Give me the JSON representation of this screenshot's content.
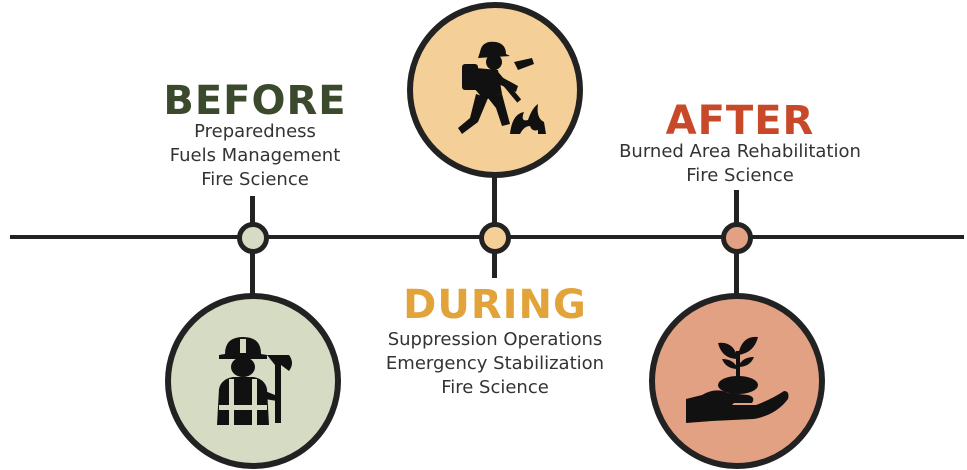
{
  "colors": {
    "line": "#222222",
    "before_fill": "#d6dcc4",
    "during_fill": "#f4cf98",
    "after_fill": "#e3a184",
    "before_text": "#3b4a2c",
    "during_text": "#e1a33a",
    "after_text": "#c8482a"
  },
  "before": {
    "title": "BEFORE",
    "lines": [
      "Preparedness",
      "Fuels Management",
      "Fire Science"
    ],
    "icon": "firefighter-with-axe-icon"
  },
  "during": {
    "title": "DURING",
    "lines": [
      "Suppression Operations",
      "Emergency Stabilization",
      "Fire Science"
    ],
    "icon": "firefighter-digging-fireline-icon"
  },
  "after": {
    "title": "AFTER",
    "lines": [
      "Burned Area Rehabilitation",
      "Fire Science"
    ],
    "icon": "hand-holding-seedling-icon"
  }
}
